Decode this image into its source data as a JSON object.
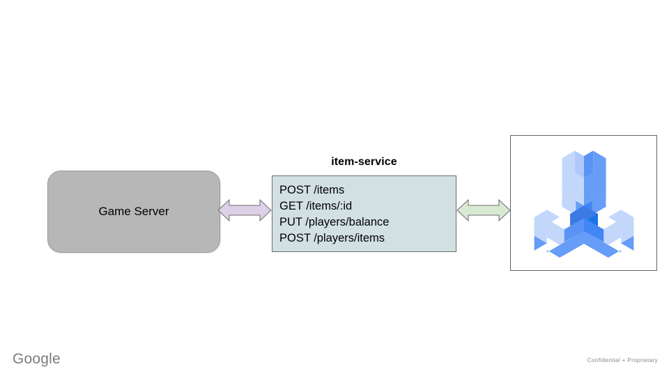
{
  "slide": {
    "background_color": "#ffffff"
  },
  "diagram": {
    "type": "architecture-flow",
    "nodes": [
      {
        "id": "game-server",
        "label": "Game Server",
        "shape": "rounded-rectangle",
        "fill": "#b7b7b7",
        "border": "#999999"
      },
      {
        "id": "item-service",
        "title": "item-service",
        "shape": "rectangle",
        "fill": "#d3e0e3",
        "border": "#6b6b6b",
        "endpoints": [
          "POST /items",
          "GET /items/:id",
          "PUT /players/balance",
          "POST /players/items"
        ]
      },
      {
        "id": "api-icon",
        "shape": "framed-image",
        "icon": "tri-wrench-api-icon",
        "frame_border": "#5f6368",
        "palette": {
          "light": "#c3d7fb",
          "medium": "#669df6",
          "dark": "#4285f4",
          "darkest": "#1a73e8"
        }
      }
    ],
    "connectors": [
      {
        "id": "game-server-to-item-service",
        "style": "double-headed-arrow",
        "fill": "#ddd1e8",
        "border": "#6b6b6b"
      },
      {
        "id": "item-service-to-api-icon",
        "style": "double-headed-arrow",
        "fill": "#d9ead3",
        "border": "#6b6b6b"
      }
    ]
  },
  "footer": {
    "logo_text": "Google",
    "confidentiality_note": "Confidential + Proprietary"
  }
}
